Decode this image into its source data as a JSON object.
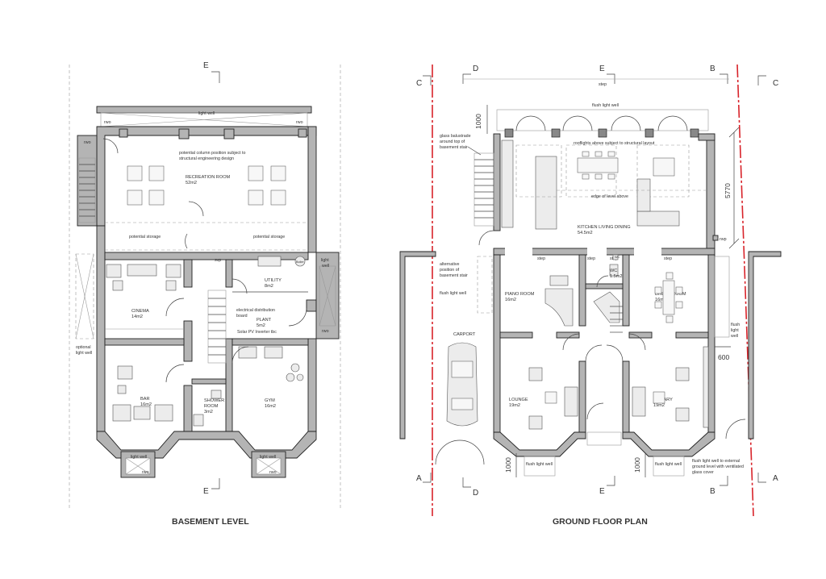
{
  "titles": {
    "basement": "BASEMENT LEVEL",
    "ground": "GROUND FLOOR PLAN"
  },
  "sections": {
    "a": "A",
    "b": "B",
    "c": "C",
    "d": "D",
    "e": "E"
  },
  "basement": {
    "light_well_top": "light well",
    "rwo": "rwo",
    "column_note": "potential column position subject to",
    "column_note_2": "structural engineering design",
    "recreation": "RECREATION ROOM",
    "recreation_area": "52m2",
    "storage": "potential storage",
    "svp": "svp",
    "boiler": "Boiler",
    "light_well_side": "light",
    "light_well_side_2": "well",
    "utility": "UTILITY",
    "utility_area": "8m2",
    "elec_board": "electrical distribution",
    "elec_board_2": "board",
    "plant": "PLANT",
    "plant_area": "5m2",
    "solar": "Solar PV Inverter tbc",
    "cinema": "CINEMA",
    "cinema_area": "14m2",
    "optional": "optional",
    "optional_2": "light well",
    "bar": "BAR",
    "bar_area": "16m2",
    "shower": "SHOWER",
    "shower_2": "ROOM",
    "shower_area": "3m2",
    "gym": "GYM",
    "gym_area": "16m2",
    "light_well": "light well"
  },
  "ground": {
    "step": "step",
    "flush_light_well": "flush light well",
    "glass_note": "glass balustrade",
    "glass_note_2": "around top of",
    "glass_note_3": "basement stair",
    "rooflights": "rooflights above subject to structural layout",
    "edge_level": "edge of level above",
    "kitchen": "KITCHEN LIVING DINING",
    "kitchen_area": "54.5m2",
    "rwp": "rwp",
    "alt_note": "alternative",
    "alt_note_2": "position of",
    "alt_note_3": "basement stair",
    "flush_lw_side": "flush light well",
    "piano": "PIANO ROOM",
    "piano_area": "16m2",
    "wc": "WC",
    "wc_area": "1.5m2",
    "dining": "DINING ROOM",
    "dining_area": "16m2",
    "flush": "flush",
    "light": "light",
    "well": "well",
    "carport": "CARPORT",
    "lounge": "LOUNGE",
    "lounge_area": "19m2",
    "library": "LIBRARY",
    "library_area": "19m2",
    "lw_note": "flush light well to external",
    "lw_note_2": "ground level with ventilated",
    "lw_note_3": "glass cover",
    "dims": {
      "d1000": "1000",
      "d5770": "5770",
      "d600": "600"
    }
  }
}
